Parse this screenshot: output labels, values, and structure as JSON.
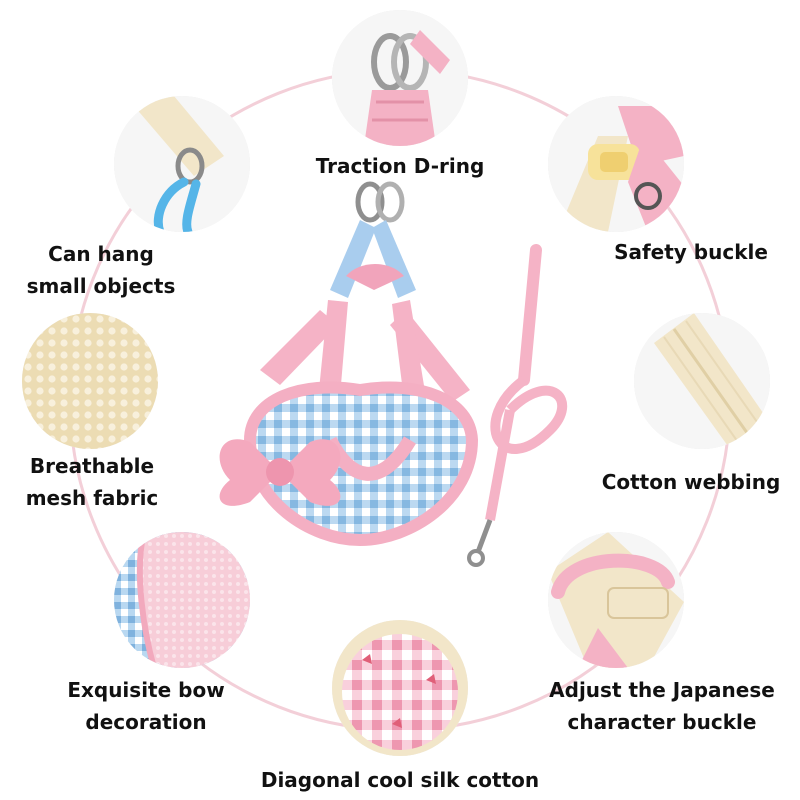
{
  "colors": {
    "ring": "#f1c9d3",
    "pink": "#f5b3c6",
    "pink_dark": "#e58fa8",
    "blue": "#9cc7ea",
    "cream": "#f2e6c9",
    "text": "#111111"
  },
  "features": [
    {
      "id": "traction-d-ring",
      "label_lines": [
        "Traction D-ring"
      ],
      "icon": "d-ring-icon"
    },
    {
      "id": "safety-buckle",
      "label_lines": [
        "Safety buckle"
      ],
      "icon": "buckle-icon"
    },
    {
      "id": "cotton-webbing",
      "label_lines": [
        "Cotton webbing"
      ],
      "icon": "webbing-icon"
    },
    {
      "id": "japanese-buckle",
      "label_lines": [
        "Adjust the Japanese",
        "character buckle"
      ],
      "icon": "adjust-buckle-icon"
    },
    {
      "id": "silk-cotton",
      "label_lines": [
        "Diagonal cool silk cotton"
      ],
      "icon": "gingham-fabric-icon"
    },
    {
      "id": "bow-decoration",
      "label_lines": [
        "Exquisite bow",
        "decoration"
      ],
      "icon": "bow-mesh-icon"
    },
    {
      "id": "mesh-fabric",
      "label_lines": [
        "Breathable",
        "mesh fabric"
      ],
      "icon": "mesh-fabric-icon"
    },
    {
      "id": "hang-objects",
      "label_lines": [
        "Can hang",
        "small objects"
      ],
      "icon": "clip-hook-icon"
    }
  ]
}
